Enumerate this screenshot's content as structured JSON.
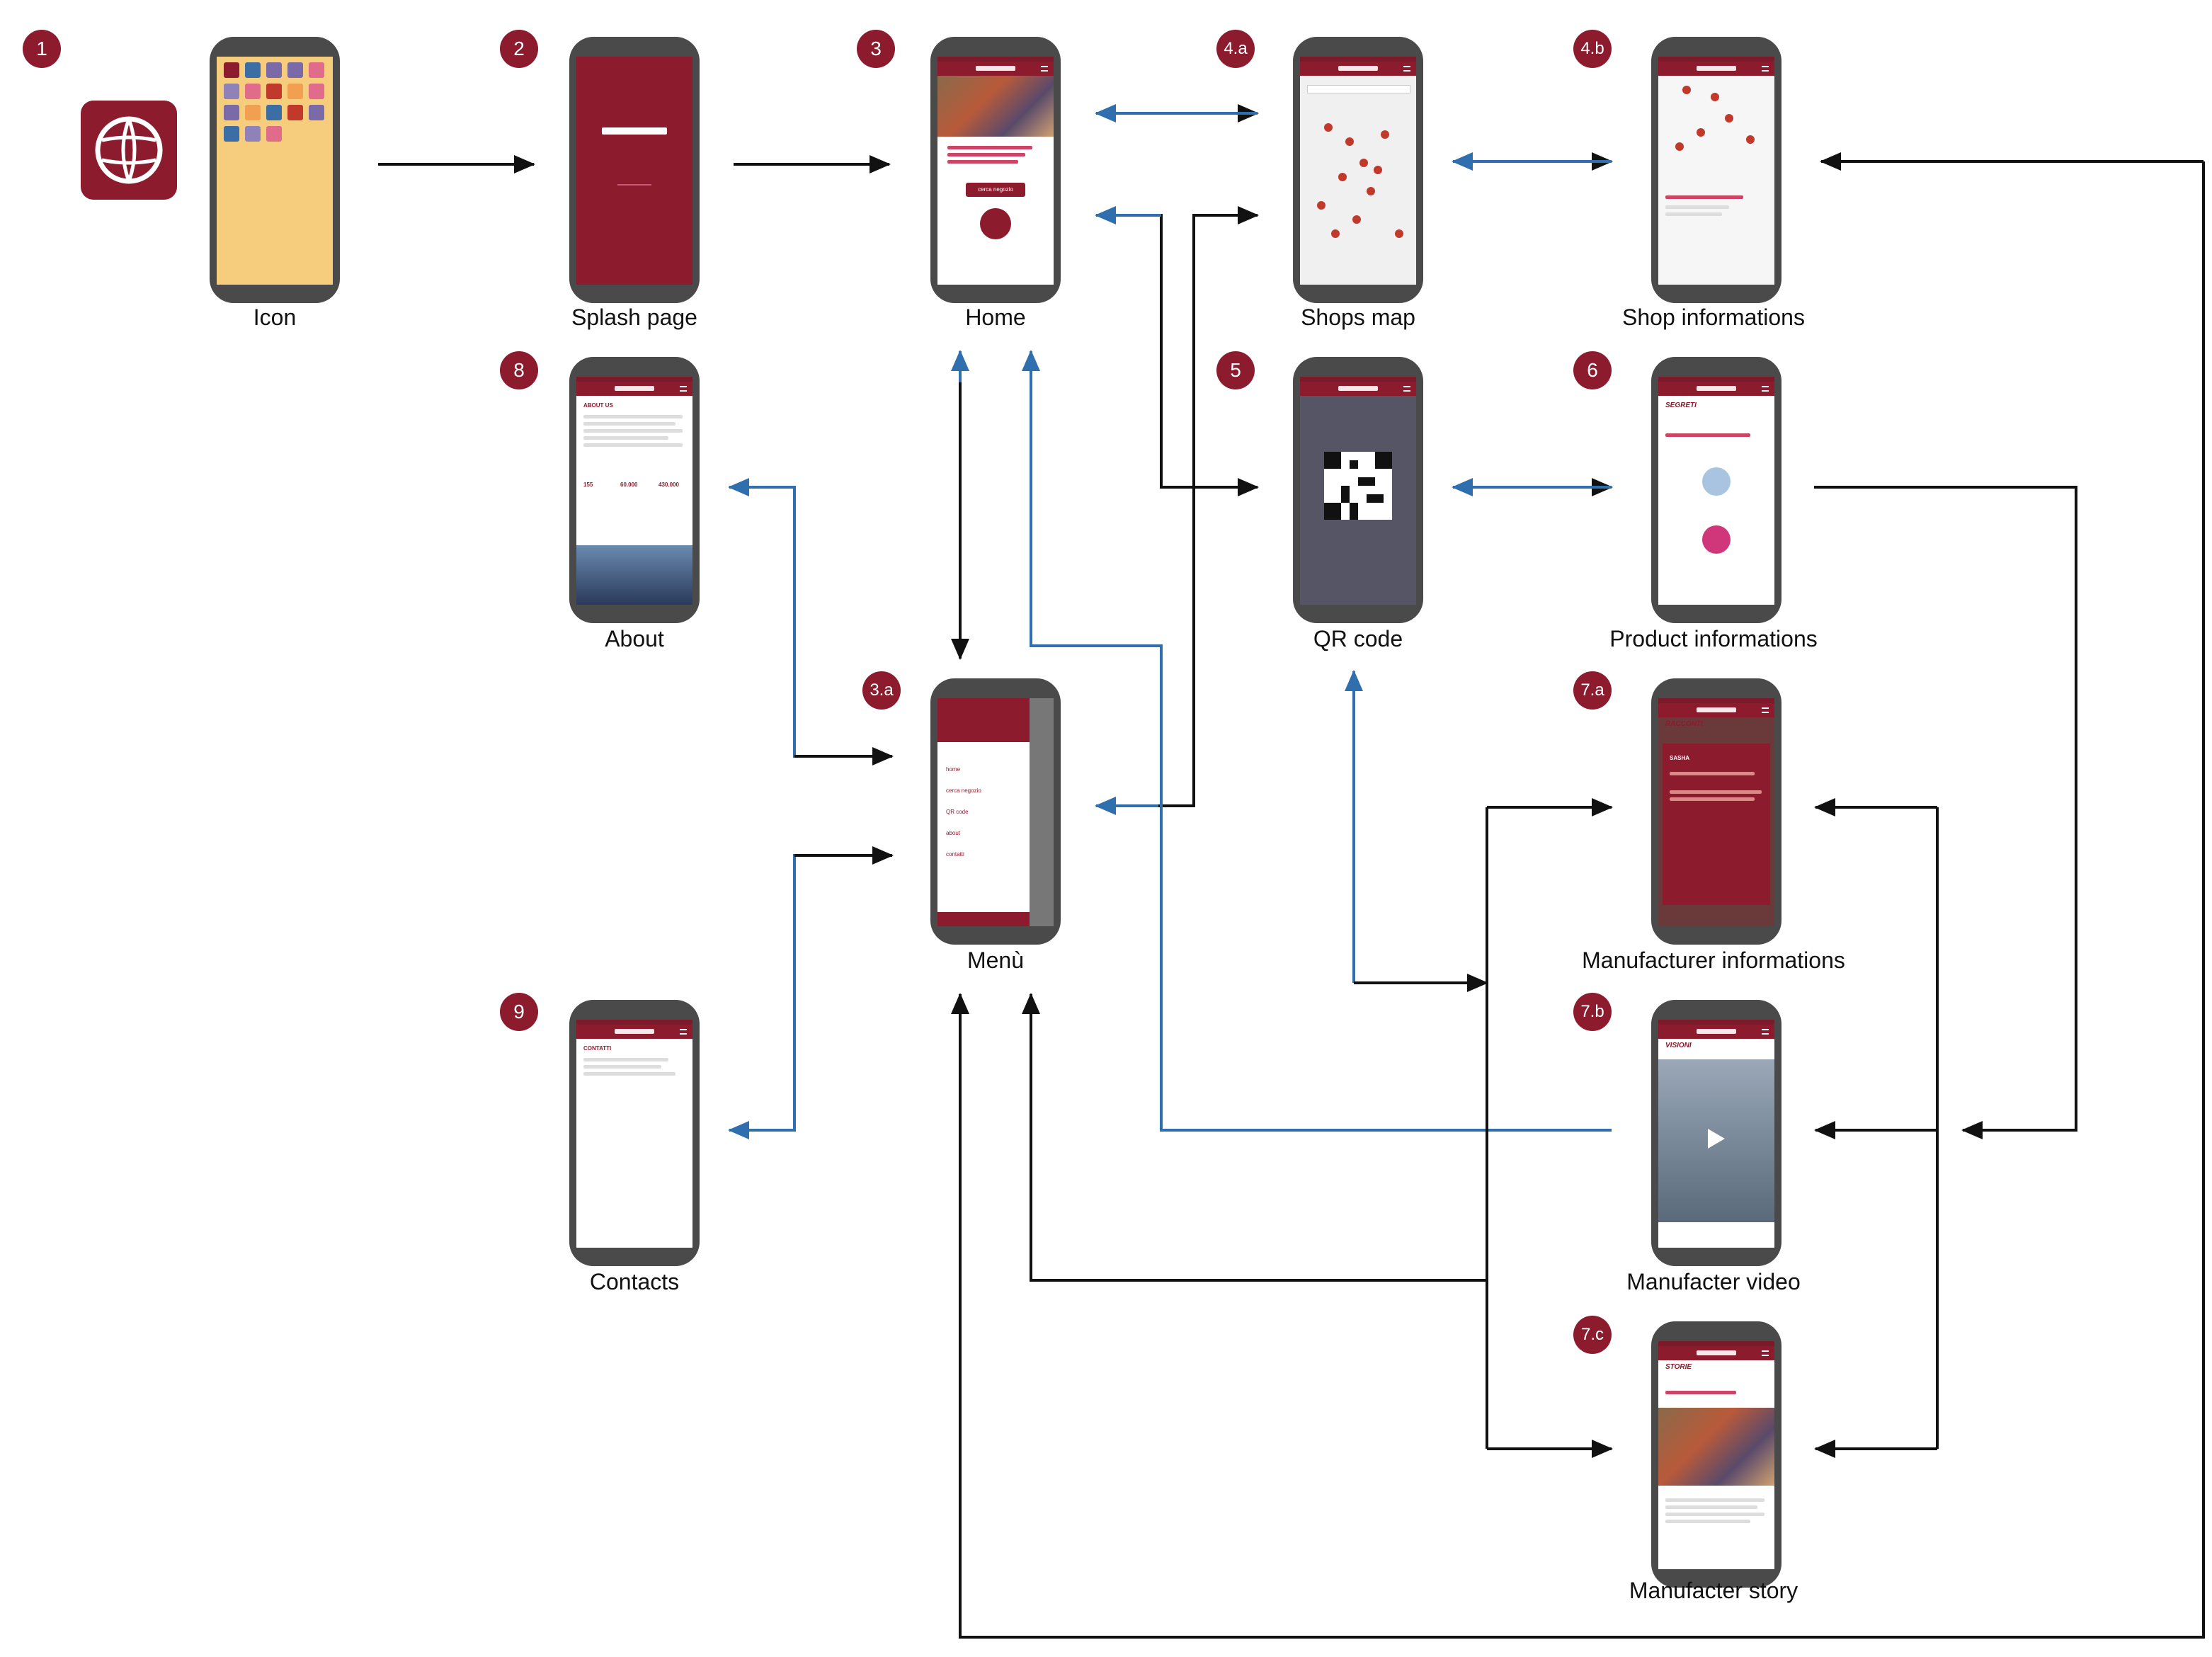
{
  "colors": {
    "brand": "#8b1b2d",
    "blue_arrow": "#2f6fae",
    "black_arrow": "#111111"
  },
  "screens": {
    "icon": {
      "badge": "1",
      "caption": "Icon"
    },
    "splash": {
      "badge": "2",
      "caption": "Splash page"
    },
    "home": {
      "badge": "3",
      "caption": "Home",
      "cta": "cerca negozio"
    },
    "menu": {
      "badge": "3.a",
      "caption": "Menù",
      "items": [
        "home",
        "cerca negozio",
        "QR code",
        "about",
        "contatti"
      ]
    },
    "shops": {
      "badge": "4.a",
      "caption": "Shops map"
    },
    "shopinfo": {
      "badge": "4.b",
      "caption": "Shop informations"
    },
    "qr": {
      "badge": "5",
      "caption": "QR code"
    },
    "product": {
      "badge": "6",
      "caption": "Product informations",
      "title": "SEGRETI"
    },
    "manuf": {
      "badge": "7.a",
      "caption": "Manufacturer informations",
      "title": "RACCONTI",
      "name": "SASHA"
    },
    "video": {
      "badge": "7.b",
      "caption": "Manufacter video",
      "title": "VISIONI"
    },
    "story": {
      "badge": "7.c",
      "caption": "Manufacter story",
      "title": "STORIE"
    },
    "about": {
      "badge": "8",
      "caption": "About",
      "title": "ABOUT US",
      "stats": [
        "155",
        "60.000",
        "430.000"
      ]
    },
    "contacts": {
      "badge": "9",
      "caption": "Contacts",
      "title": "CONTATTI"
    }
  }
}
